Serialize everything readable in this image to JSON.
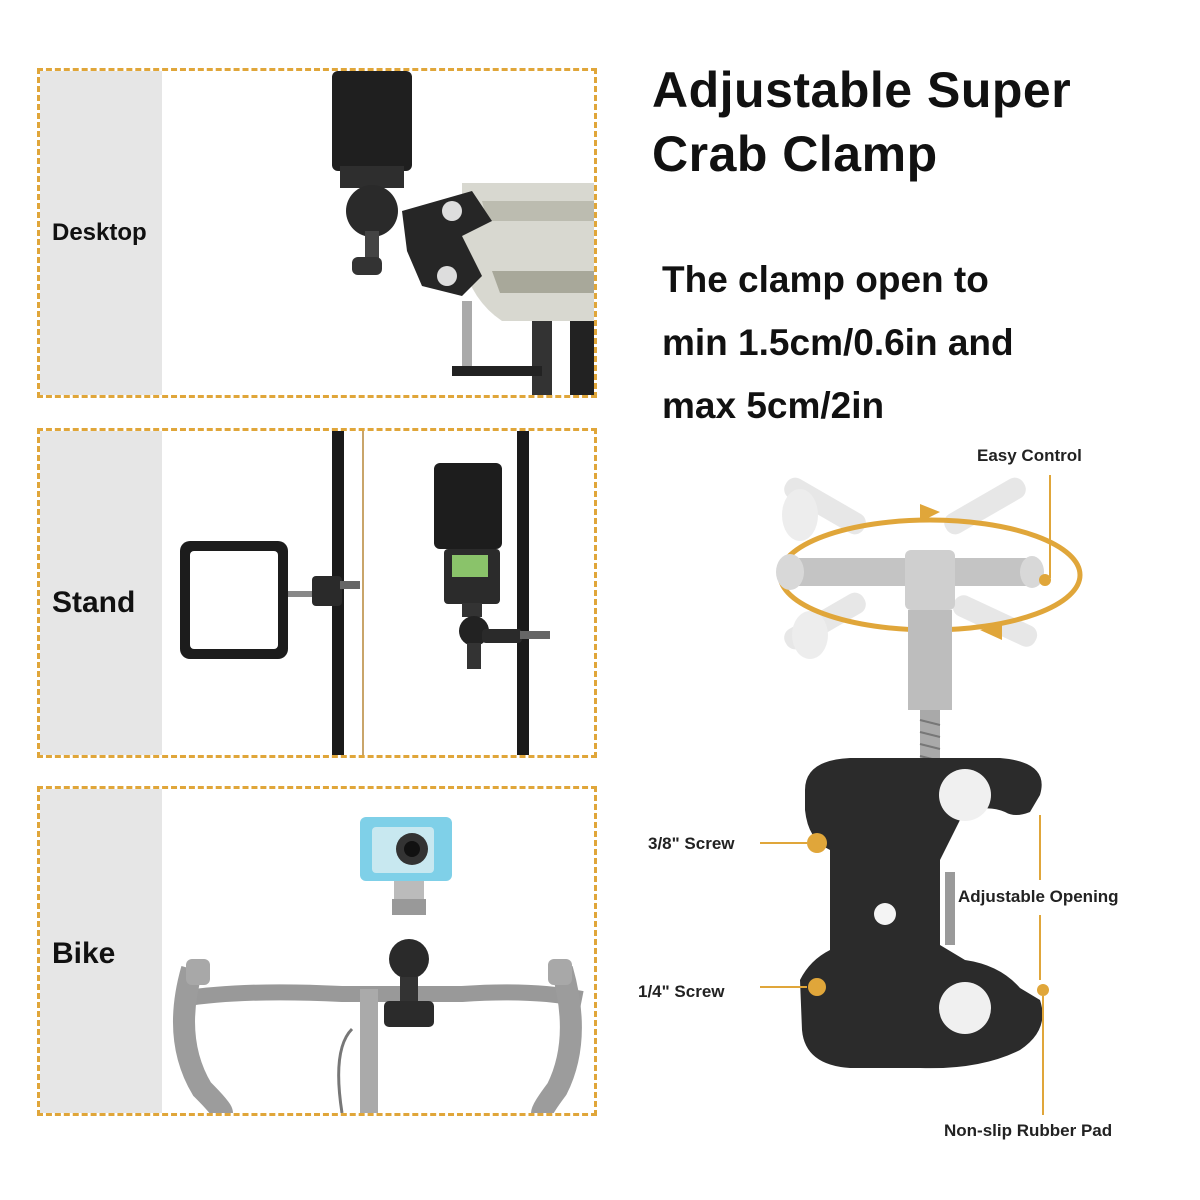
{
  "title": {
    "line1": "Adjustable Super",
    "line2": "Crab Clamp"
  },
  "spec": {
    "line1": "The clamp open to",
    "line2": "min 1.5cm/0.6in and",
    "line3": "max 5cm/2in"
  },
  "panels": [
    {
      "label": "Desktop"
    },
    {
      "label": "Stand"
    },
    {
      "label": "Bike"
    }
  ],
  "callouts": {
    "easy_control": "Easy Control",
    "screw_38": "3/8\" Screw",
    "adjustable_opening": "Adjustable Opening",
    "screw_14": "1/4\" Screw",
    "rubber_pad": "Non-slip Rubber Pad"
  },
  "colors": {
    "accent": "#e0a63a",
    "sidebar": "#e6e6e6",
    "clamp": "#2b2b2b",
    "steel": "#b9b9b9"
  }
}
